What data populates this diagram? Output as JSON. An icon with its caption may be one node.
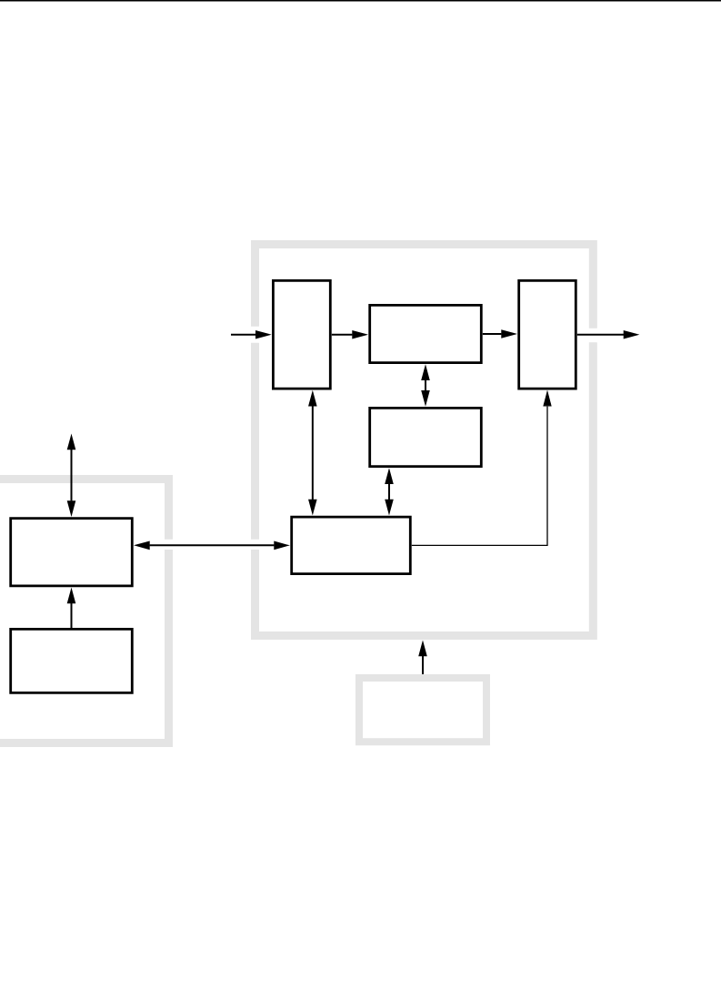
{
  "diagram": {
    "nodes": [
      {
        "text": [],
        "shape": "box"
      },
      {
        "text": [],
        "shape": "box",
        "in": 0
      },
      {
        "text": [],
        "shape": "box",
        "in": 0
      },
      {
        "text": [],
        "shape": "box",
        "in": 0
      },
      {
        "text": [],
        "shape": "box",
        "in": 0
      },
      {
        "text": [],
        "shape": "box",
        "in": 0
      },
      {
        "text": [],
        "shape": "box"
      },
      {
        "text": [],
        "shape": "box",
        "in": 6
      },
      {
        "text": [],
        "shape": "box",
        "in": 6
      },
      {
        "text": [],
        "shape": "box"
      }
    ],
    "edges": [
      {
        "from": null,
        "to": 1,
        "arrow": "to"
      },
      {
        "from": 1,
        "to": 2,
        "arrow": "to"
      },
      {
        "from": 2,
        "to": 3,
        "arrow": "to"
      },
      {
        "from": 3,
        "to": null,
        "arrow": "to"
      },
      {
        "from": 2,
        "to": 4,
        "arrow": "both"
      },
      {
        "from": 1,
        "to": 5,
        "arrow": "both"
      },
      {
        "from": 4,
        "to": 5,
        "arrow": "both"
      },
      {
        "from": 5,
        "to": 3,
        "arrow": "to"
      },
      {
        "from": 7,
        "to": null,
        "arrow": "both"
      },
      {
        "from": 8,
        "to": 7,
        "arrow": "to"
      },
      {
        "from": 7,
        "to": 5,
        "arrow": "both"
      },
      {
        "from": 9,
        "to": 0,
        "arrow": "to"
      }
    ]
  }
}
